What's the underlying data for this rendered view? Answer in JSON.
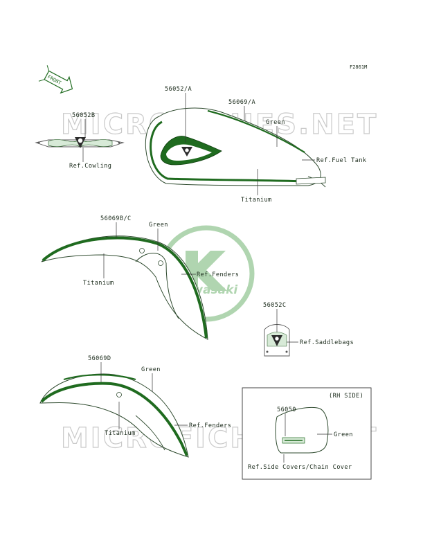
{
  "figure_code": "F2861M",
  "front_arrow": "FRONT",
  "watermark": {
    "text": "MICROFICHES.NET"
  },
  "logo": {
    "brand": "Kawasaki",
    "glyph": "K"
  },
  "colors": {
    "green": "#1f8a1f",
    "dark_green": "#1f6b1f",
    "line": "#2e4a2e",
    "watermark": "#c9c9c9"
  },
  "parts": {
    "cowling": {
      "code": "56052B",
      "ref": "Ref.Cowling"
    },
    "tank": {
      "code_a": "56052/A",
      "code_b": "56069/A",
      "green": "Green",
      "ref": "Ref.Fuel Tank",
      "titanium": "Titanium"
    },
    "front_fender": {
      "code": "56069B/C",
      "green": "Green",
      "titanium": "Titanium",
      "ref": "Ref.Fenders"
    },
    "saddlebag": {
      "code": "56052C",
      "ref": "Ref.Saddlebags"
    },
    "rear_fender": {
      "code": "56069D",
      "green": "Green",
      "titanium": "Titanium",
      "ref": "Ref.Fenders"
    },
    "side_cover": {
      "side": "(RH SIDE)",
      "code": "56050",
      "green": "Green",
      "ref": "Ref.Side Covers/Chain Cover"
    }
  }
}
